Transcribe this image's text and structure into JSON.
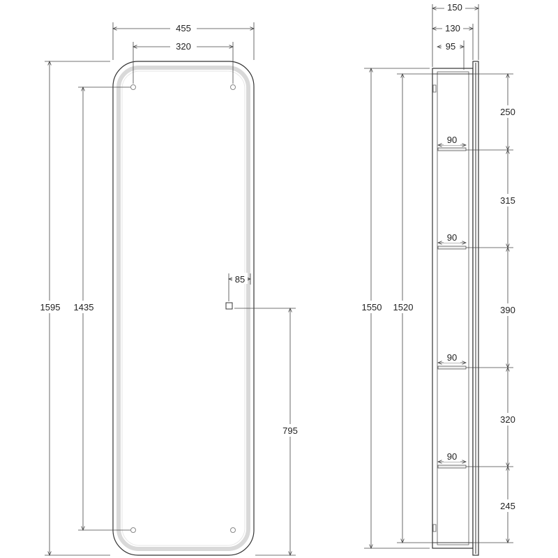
{
  "dimensions": {
    "front_width": "455",
    "front_hole_spacing": "320",
    "front_height": "1595",
    "front_hole_height": "1435",
    "socket_offset": "85",
    "socket_height": "795",
    "side_depth_total": "150",
    "side_depth_cabinet": "130",
    "side_depth_inner": "95",
    "shelf_depth": "90",
    "side_height_total": "1550",
    "side_height_inner": "1520",
    "shelf_gap_1": "250",
    "shelf_gap_2": "315",
    "shelf_gap_3": "390",
    "shelf_gap_4": "320",
    "shelf_gap_5": "245"
  },
  "colors": {
    "line": "#333333",
    "led_glow": "#d9d9d9",
    "background": "#ffffff"
  }
}
